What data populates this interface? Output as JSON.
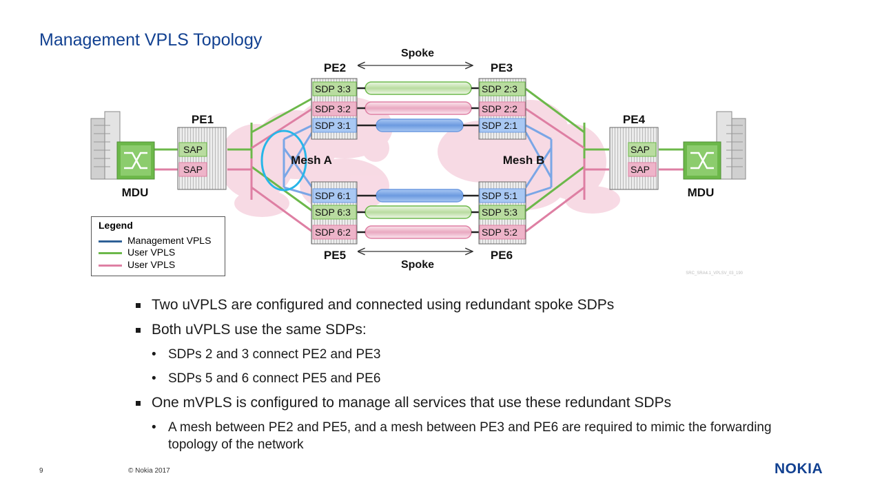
{
  "slide": {
    "title": "Management VPLS Topology",
    "page_number": "9",
    "copyright": "© Nokia 2017",
    "logo": "NOKIA"
  },
  "colors": {
    "green": "#6cb84a",
    "pink": "#de7fa3",
    "blue": "#7aa6e6",
    "title": "#124191"
  },
  "diagram": {
    "pe1": "PE1",
    "pe2": "PE2",
    "pe3": "PE3",
    "pe4": "PE4",
    "pe5": "PE5",
    "pe6": "PE6",
    "mdu": "MDU",
    "sap": "SAP",
    "spoke": "Spoke",
    "mesh_a": "Mesh A",
    "mesh_b": "Mesh B",
    "pe2_sdps": [
      "SDP 3:3",
      "SDP 3:2",
      "SDP 3:1"
    ],
    "pe3_sdps": [
      "SDP 2:3",
      "SDP 2:2",
      "SDP 2:1"
    ],
    "pe5_sdps": [
      "SDP 6:1",
      "SDP 6:3",
      "SDP 6:2"
    ],
    "pe6_sdps": [
      "SDP 5:1",
      "SDP 5:3",
      "SDP 5:2"
    ],
    "figure_code": "SRC_SRA4.1_VPLSV_03_190"
  },
  "legend": {
    "title": "Legend",
    "items": [
      {
        "label": "Management VPLS",
        "color": "#2f6196"
      },
      {
        "label": "User VPLS",
        "color": "#6cb84a"
      },
      {
        "label": "User VPLS",
        "color": "#de7fa3"
      }
    ]
  },
  "bullets": [
    {
      "level": 1,
      "text": "Two uVPLS are configured and connected using redundant spoke SDPs"
    },
    {
      "level": 1,
      "text": "Both uVPLS use the same SDPs:"
    },
    {
      "level": 2,
      "text": "SDPs 2 and 3 connect PE2 and PE3"
    },
    {
      "level": 2,
      "text": "SDPs 5 and 6 connect PE5 and PE6"
    },
    {
      "level": 1,
      "text": "One mVPLS is configured to manage all services that use these redundant SDPs"
    },
    {
      "level": 2,
      "text": "A mesh between PE2 and PE5, and a mesh between PE3 and PE6 are required to mimic the forwarding topology of the network"
    }
  ]
}
